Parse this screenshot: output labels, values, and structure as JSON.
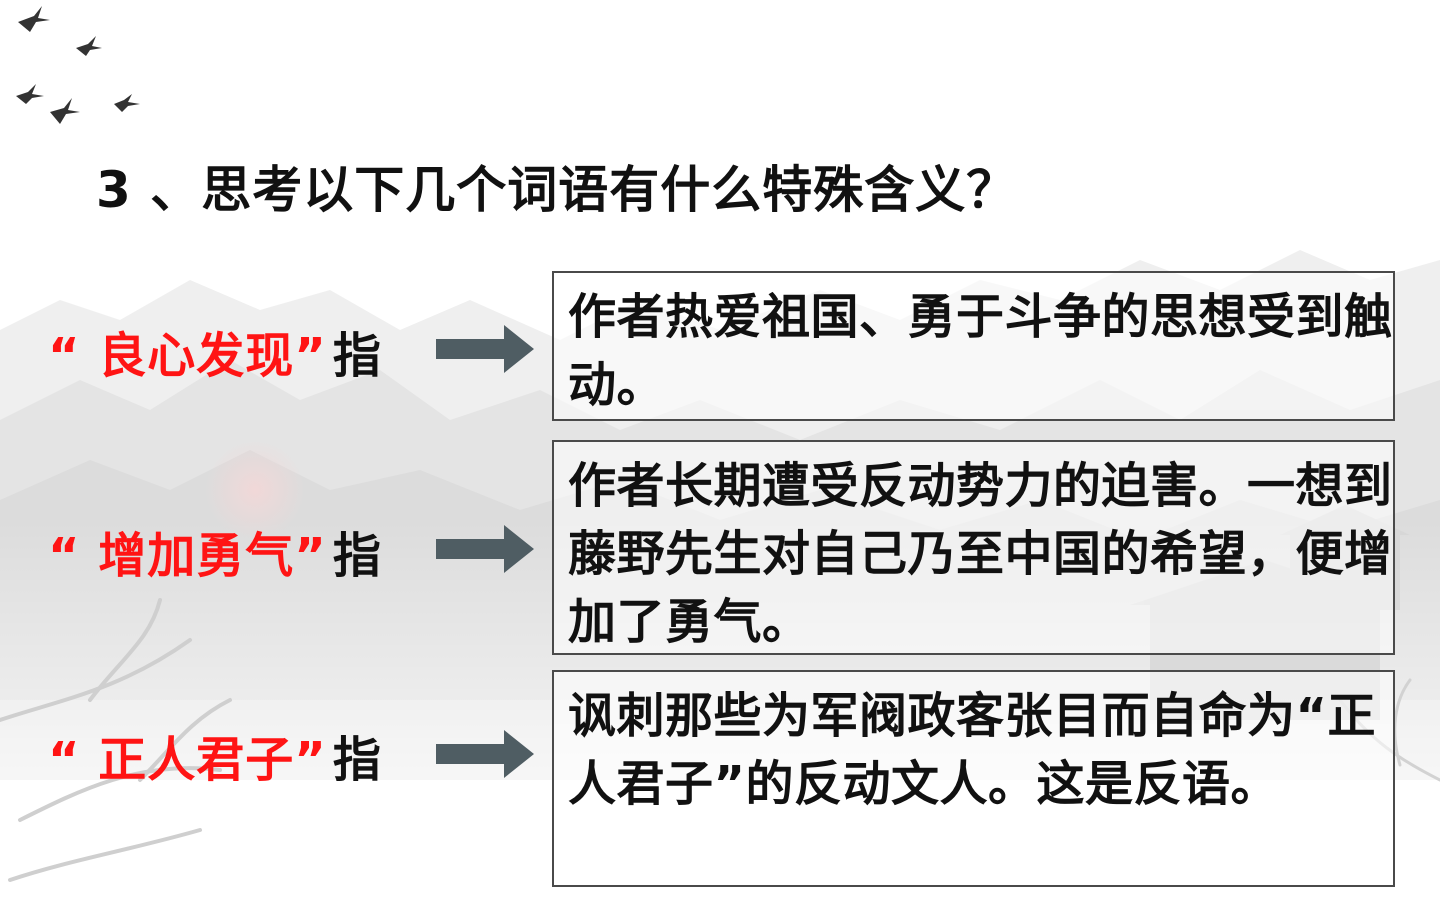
{
  "slide": {
    "title": "3 、思考以下几个词语有什么特殊含义？",
    "items": [
      {
        "term": "“ 良心发现”",
        "suffix": "指",
        "explanation": "作者热爱祖国、勇于斗争的思想受到触动。"
      },
      {
        "term": "“ 增加勇气”",
        "suffix": "指",
        "explanation": "作者长期遭受反动势力的迫害。一想到藤野先生对自己乃至中国的希望，便增加了勇气。"
      },
      {
        "term": "“ 正人君子”",
        "suffix": "指",
        "explanation": "讽刺那些为军阀政客张目而自命为“正人君子”的反动文人。这是反语。"
      }
    ]
  },
  "colors": {
    "term_red": "#ff1414",
    "text": "#111111",
    "arrow": "#4f5d63",
    "box_border": "#4a4a4a"
  },
  "icons": {
    "arrow": "right-arrow-icon",
    "birds": "flying-birds-icon"
  }
}
